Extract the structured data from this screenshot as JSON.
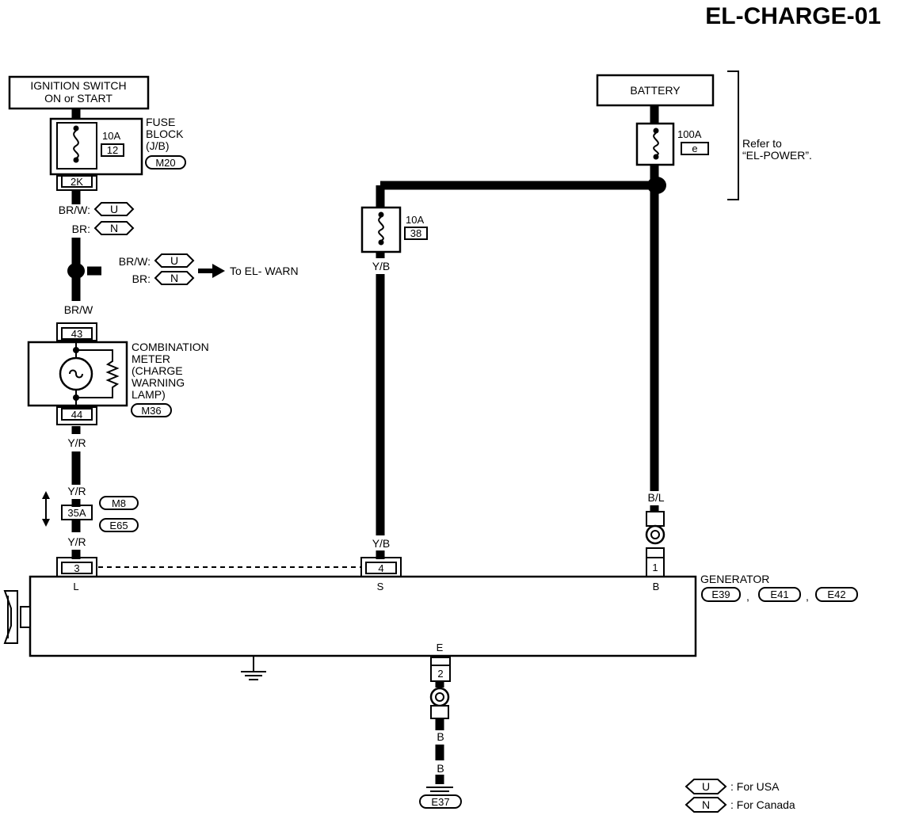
{
  "title": "EL-CHARGE-01",
  "ignition": {
    "label_line1": "IGNITION SWITCH",
    "label_line2": "ON or START"
  },
  "fuse_block": {
    "rating": "10A",
    "number": "12",
    "label_line1": "FUSE",
    "label_line2": "BLOCK",
    "label_line3": "(J/B)",
    "connector": "M20",
    "terminal": "2K"
  },
  "wire_codes_top": [
    {
      "color": "BR/W:",
      "region": "U"
    },
    {
      "color": "BR:",
      "region": "N"
    }
  ],
  "branch": {
    "codes": [
      {
        "color": "BR/W:",
        "region": "U"
      },
      {
        "color": "BR:",
        "region": "N"
      }
    ],
    "destination": "To EL- WARN"
  },
  "meter_wire_in": "BR/W",
  "combination_meter": {
    "terminal_in": "43",
    "terminal_out": "44",
    "connector": "M36",
    "label_lines": [
      "COMBINATION",
      "METER",
      "(CHARGE",
      "WARNING",
      "LAMP)"
    ]
  },
  "wire_y_r": [
    "Y/R",
    "Y/R",
    "Y/R"
  ],
  "junction_connector": {
    "terminal": "35A",
    "connectors": [
      "M8",
      "E65"
    ]
  },
  "generator": {
    "label": "GENERATOR",
    "connectors": [
      "E39",
      "E41",
      "E42"
    ],
    "separators": [
      ",",
      ","
    ],
    "terminals": [
      {
        "number": "3",
        "name": "L"
      },
      {
        "number": "4",
        "name": "S"
      },
      {
        "number": "1",
        "name": "B"
      }
    ],
    "ground_terminal": {
      "name": "E",
      "number": "2"
    }
  },
  "battery": {
    "label": "BATTERY",
    "fuse_rating": "100A",
    "fuse_id": "e",
    "note_line1": "Refer to",
    "note_line2": "“EL-POWER”."
  },
  "sense_fuse": {
    "rating": "10A",
    "number": "38"
  },
  "wire_y_b": [
    "Y/B",
    "Y/B"
  ],
  "wire_b_l": "B/L",
  "ground": {
    "wire": [
      "B",
      "B"
    ],
    "connector": "E37"
  },
  "legend": [
    {
      "code": "U",
      "text": ": For USA"
    },
    {
      "code": "N",
      "text": ": For Canada"
    }
  ]
}
